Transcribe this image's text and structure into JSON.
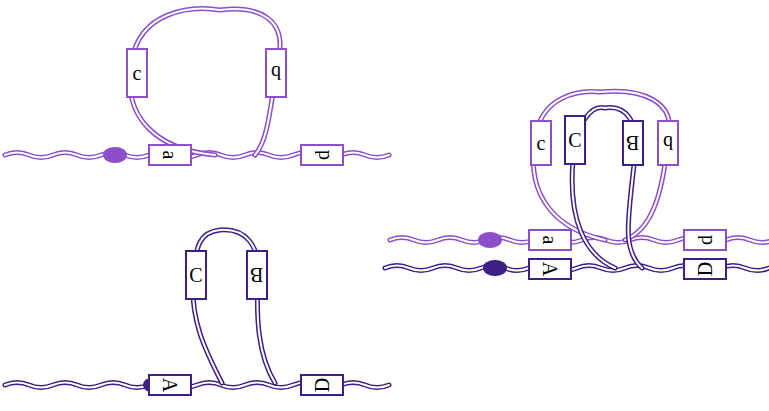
{
  "diagram": {
    "nodes": [
      {
        "text": [
          "c"
        ]
      },
      {
        "text": [
          "b"
        ]
      },
      {
        "text": [
          "a"
        ]
      },
      {
        "text": [
          "d"
        ]
      },
      {
        "text": [
          "c"
        ]
      },
      {
        "text": [
          "C"
        ]
      },
      {
        "text": [
          "B"
        ]
      },
      {
        "text": [
          "b"
        ]
      },
      {
        "text": [
          "a"
        ]
      },
      {
        "text": [
          "d"
        ]
      },
      {
        "text": [
          "A"
        ]
      },
      {
        "text": [
          "D"
        ]
      },
      {
        "text": [
          "C"
        ]
      },
      {
        "text": [
          "B"
        ]
      },
      {
        "text": [
          "A"
        ]
      },
      {
        "text": [
          "D"
        ]
      }
    ]
  }
}
